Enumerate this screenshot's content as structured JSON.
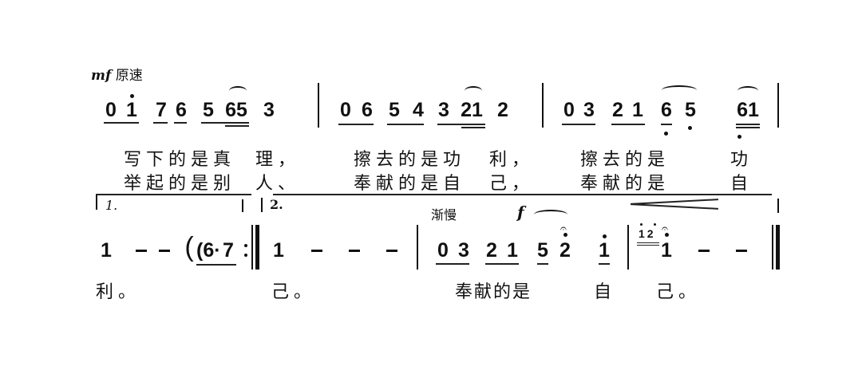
{
  "score": {
    "system1": {
      "marking": {
        "dynamic": "mf",
        "tempo": "原速"
      },
      "measures": [
        {
          "notes": [
            "0",
            "1̇",
            "7",
            "6",
            "5",
            "65",
            "3"
          ]
        },
        {
          "notes": [
            "0",
            "6",
            "5",
            "4",
            "3",
            "21",
            "2"
          ]
        },
        {
          "notes": [
            "0",
            "3",
            "2",
            "1",
            "6̣",
            "5̣",
            "6̣1"
          ]
        }
      ],
      "lyrics": {
        "verse1": {
          "a": "写下的是真",
          "b": "理，",
          "c": "擦去的是功",
          "d": "利，",
          "e": "擦去的是",
          "f": "功"
        },
        "verse2": {
          "a": "举起的是别",
          "b": "人、",
          "c": "奉献的是自",
          "d": "己，",
          "e": "奉献的是",
          "f": "自"
        }
      }
    },
    "system2": {
      "volta1": "1.",
      "volta2": "2.",
      "tempo_change": "渐慢",
      "dynamic": "f",
      "measures": [
        {
          "notes": [
            "1",
            "–",
            "–",
            "(6·",
            "7"
          ]
        },
        {
          "notes": [
            "1",
            "–",
            "–",
            "–"
          ]
        },
        {
          "notes": [
            "0",
            "3",
            "2",
            "1",
            "5",
            "2̇",
            "1̇"
          ]
        },
        {
          "grace": "1̇2̇",
          "notes": [
            "1̇",
            "–",
            "–"
          ]
        }
      ],
      "lyrics": {
        "a": "利。",
        "b": "己。",
        "c": "奉献的是",
        "d": "自",
        "e": "己。"
      }
    }
  }
}
